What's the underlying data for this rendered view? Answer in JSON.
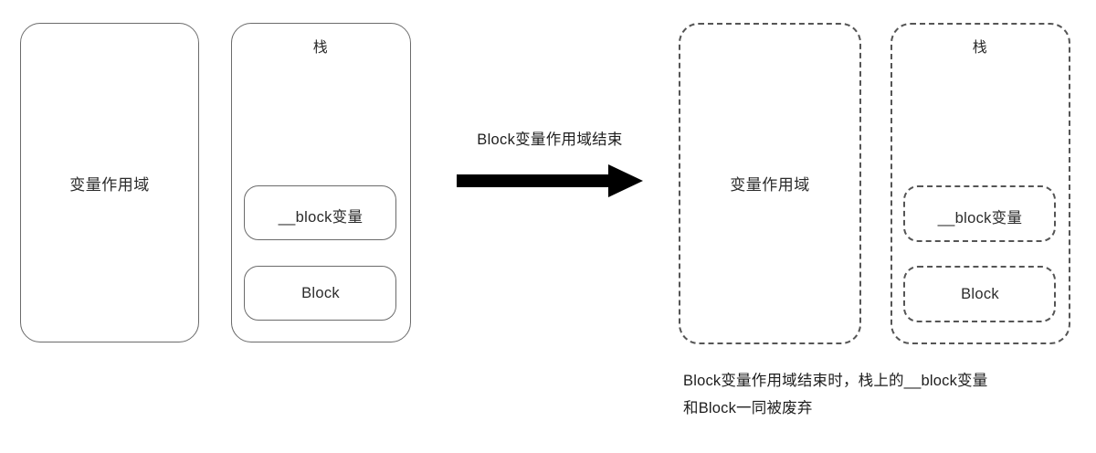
{
  "diagram": {
    "title_text": "Block变量作用域结束",
    "colors": {
      "solid_stroke": "#6b6b6b",
      "dashed_stroke": "#555555",
      "arrow": "#000000",
      "text": "#1d1d1d",
      "background": "#ffffff"
    },
    "before": {
      "scope_box": {
        "label": "变量作用域",
        "style": "solid"
      },
      "stack_box": {
        "label": "栈",
        "style": "solid",
        "items": [
          {
            "label": "__block变量",
            "style": "solid"
          },
          {
            "label": "Block",
            "style": "solid"
          }
        ]
      }
    },
    "transition": {
      "label": "Block变量作用域结束",
      "arrow_icon": "right-arrow-icon",
      "direction": "right"
    },
    "after": {
      "scope_box": {
        "label": "变量作用域",
        "style": "dashed"
      },
      "stack_box": {
        "label": "栈",
        "style": "dashed",
        "items": [
          {
            "label": "__block变量",
            "style": "dashed"
          },
          {
            "label": "Block",
            "style": "dashed"
          }
        ]
      },
      "caption": {
        "line1": "Block变量作用域结束时，栈上的__block变量",
        "line2": "和Block一同被废弃"
      }
    }
  }
}
